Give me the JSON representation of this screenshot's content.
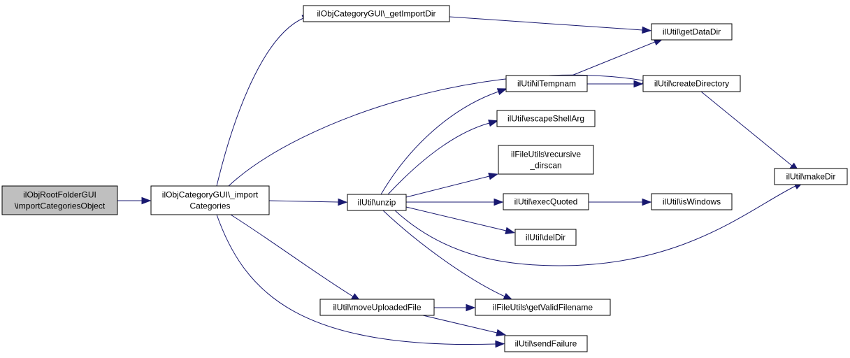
{
  "colors": {
    "node_fill": "#ffffff",
    "root_fill": "#bfbfbf",
    "border": "#000000",
    "edge": "#191970"
  },
  "nodes": [
    {
      "id": "root",
      "lines": [
        "ilObjRootFolderGUI",
        "\\importCategoriesObject"
      ],
      "highlight": true
    },
    {
      "id": "import_categories",
      "lines": [
        "ilObjCategoryGUI\\_import",
        "Categories"
      ]
    },
    {
      "id": "get_import_dir",
      "lines": [
        "ilObjCategoryGUI\\_getImportDir"
      ]
    },
    {
      "id": "get_data_dir",
      "lines": [
        "ilUtil\\getDataDir"
      ]
    },
    {
      "id": "il_tempnam",
      "lines": [
        "ilUtil\\ilTempnam"
      ]
    },
    {
      "id": "create_directory",
      "lines": [
        "ilUtil\\createDirectory"
      ]
    },
    {
      "id": "escape_shell_arg",
      "lines": [
        "ilUtil\\escapeShellArg"
      ]
    },
    {
      "id": "recursive_dirscan",
      "lines": [
        "ilFileUtils\\recursive",
        "_dirscan"
      ]
    },
    {
      "id": "unzip",
      "lines": [
        "ilUtil\\unzip"
      ]
    },
    {
      "id": "exec_quoted",
      "lines": [
        "ilUtil\\execQuoted"
      ]
    },
    {
      "id": "is_windows",
      "lines": [
        "ilUtil\\isWindows"
      ]
    },
    {
      "id": "make_dir",
      "lines": [
        "ilUtil\\makeDir"
      ]
    },
    {
      "id": "del_dir",
      "lines": [
        "ilUtil\\delDir"
      ]
    },
    {
      "id": "move_uploaded_file",
      "lines": [
        "ilUtil\\moveUploadedFile"
      ]
    },
    {
      "id": "get_valid_filename",
      "lines": [
        "ilFileUtils\\getValidFilename"
      ]
    },
    {
      "id": "send_failure",
      "lines": [
        "ilUtil\\sendFailure"
      ]
    }
  ],
  "edges": [
    {
      "from": "root",
      "to": "import_categories"
    },
    {
      "from": "import_categories",
      "to": "get_import_dir"
    },
    {
      "from": "import_categories",
      "to": "create_directory"
    },
    {
      "from": "import_categories",
      "to": "unzip"
    },
    {
      "from": "import_categories",
      "to": "move_uploaded_file"
    },
    {
      "from": "import_categories",
      "to": "send_failure"
    },
    {
      "from": "get_import_dir",
      "to": "get_data_dir"
    },
    {
      "from": "il_tempnam",
      "to": "get_data_dir"
    },
    {
      "from": "il_tempnam",
      "to": "create_directory"
    },
    {
      "from": "create_directory",
      "to": "make_dir"
    },
    {
      "from": "unzip",
      "to": "il_tempnam"
    },
    {
      "from": "unzip",
      "to": "escape_shell_arg"
    },
    {
      "from": "unzip",
      "to": "recursive_dirscan"
    },
    {
      "from": "unzip",
      "to": "exec_quoted"
    },
    {
      "from": "unzip",
      "to": "del_dir"
    },
    {
      "from": "unzip",
      "to": "make_dir"
    },
    {
      "from": "unzip",
      "to": "get_valid_filename"
    },
    {
      "from": "exec_quoted",
      "to": "is_windows"
    },
    {
      "from": "move_uploaded_file",
      "to": "get_valid_filename"
    },
    {
      "from": "move_uploaded_file",
      "to": "send_failure"
    }
  ]
}
